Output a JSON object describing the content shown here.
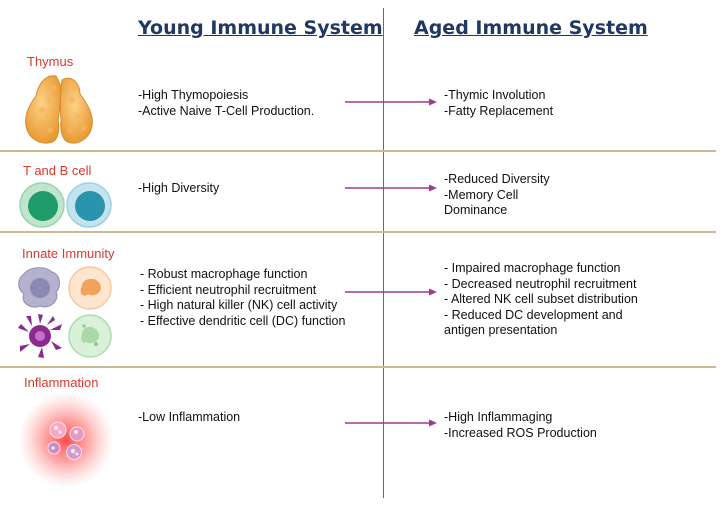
{
  "headers": {
    "young": "Young Immune System",
    "aged": "Aged Immune System"
  },
  "colors": {
    "header": "#1f3864",
    "row_label": "#d9382d",
    "arrow": "#a0388e",
    "divider": "#cdb98f",
    "center_line": "#6b6b6b"
  },
  "rows": [
    {
      "label": "Thymus",
      "icon": "thymus-icon",
      "young": [
        "-High Thymopoiesis",
        "-Active Naive T-Cell Production."
      ],
      "aged": [
        "-Thymic Involution",
        "-Fatty Replacement"
      ]
    },
    {
      "label": "T and B cell",
      "icon": "lymphocyte-cells-icon",
      "young": [
        "-High Diversity"
      ],
      "aged": [
        "-Reduced Diversity",
        "-Memory Cell",
        "Dominance"
      ]
    },
    {
      "label": "Innate Immunity",
      "icon": "innate-cells-icon",
      "young": [
        "- Robust macrophage function",
        "- Efficient neutrophil recruitment",
        "- High natural killer (NK) cell activity",
        "- Effective dendritic cell (DC) function"
      ],
      "aged": [
        "- Impaired macrophage function",
        "- Decreased neutrophil recruitment",
        "- Altered NK cell subset distribution",
        "- Reduced DC development and",
        "antigen presentation"
      ]
    },
    {
      "label": "Inflammation",
      "icon": "inflammation-cells-icon",
      "young": [
        "-Low Inflammation"
      ],
      "aged": [
        "-High Inflammaging",
        "-Increased ROS Production"
      ]
    }
  ]
}
